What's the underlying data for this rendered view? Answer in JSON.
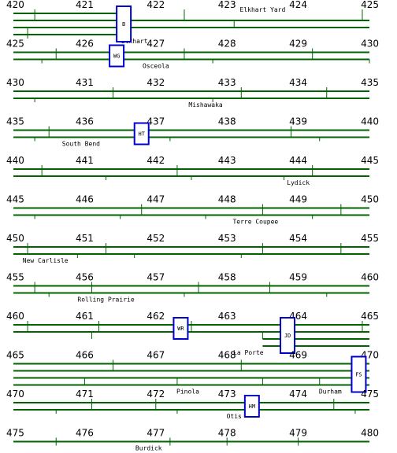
{
  "colors": {
    "track": "#006400",
    "box": "#0000cc",
    "text": "#000000",
    "background": "#ffffff"
  },
  "panels": [
    {
      "start": 420,
      "end": 425,
      "tracks": [
        [
          420,
          421.6
        ],
        [
          420,
          425
        ],
        [
          420,
          425
        ],
        [
          420,
          421.6
        ]
      ],
      "ticks": [
        {
          "mp": 420.3,
          "t": 0,
          "b": 1
        },
        {
          "mp": 422.4,
          "t": 0,
          "b": 1
        },
        {
          "mp": 424.9,
          "t": 0,
          "b": 1
        },
        {
          "mp": 420.2,
          "t": 2,
          "b": 4
        },
        {
          "mp": 423.1,
          "t": 1,
          "b": 2
        }
      ],
      "boxes": [
        {
          "label": "B",
          "mp": 421.55,
          "t": 0,
          "b": 3
        }
      ],
      "labels": [
        {
          "text": "Elkhart Yard",
          "mp": 423.5,
          "pos": "above"
        },
        {
          "text": "Elkhart",
          "mp": 421.7,
          "pos": "below"
        }
      ]
    },
    {
      "start": 425,
      "end": 430,
      "tracks": [
        [
          425,
          430
        ],
        [
          425,
          430
        ]
      ],
      "ticks": [
        {
          "mp": 425.6,
          "t": 0,
          "b": 1
        },
        {
          "mp": 427.4,
          "t": 0,
          "b": 1
        },
        {
          "mp": 429.2,
          "t": 0,
          "b": 1
        },
        {
          "mp": 425.4,
          "t": 1,
          "b": 2
        },
        {
          "mp": 427.8,
          "t": 1,
          "b": 2
        },
        {
          "mp": 430.0,
          "t": 1,
          "b": 2
        }
      ],
      "boxes": [
        {
          "label": "WG",
          "mp": 426.45,
          "t": 0,
          "b": 1
        }
      ],
      "labels": [
        {
          "text": "Osceola",
          "mp": 427.0,
          "pos": "below"
        }
      ]
    },
    {
      "start": 430,
      "end": 435,
      "tracks": [
        [
          430,
          435
        ],
        [
          430,
          435
        ]
      ],
      "ticks": [
        {
          "mp": 431.4,
          "t": 0,
          "b": 1
        },
        {
          "mp": 433.2,
          "t": 0,
          "b": 1
        },
        {
          "mp": 434.4,
          "t": 0,
          "b": 1
        },
        {
          "mp": 430.3,
          "t": 1,
          "b": 2
        },
        {
          "mp": 432.8,
          "t": 1,
          "b": 2
        }
      ],
      "boxes": [],
      "labels": [
        {
          "text": "Mishawaka",
          "mp": 432.7,
          "pos": "below"
        }
      ]
    },
    {
      "start": 435,
      "end": 440,
      "tracks": [
        [
          435,
          440
        ],
        [
          435,
          440
        ]
      ],
      "ticks": [
        {
          "mp": 435.5,
          "t": 0,
          "b": 1
        },
        {
          "mp": 438.9,
          "t": 0,
          "b": 1
        },
        {
          "mp": 435.3,
          "t": 1,
          "b": 2
        },
        {
          "mp": 437.2,
          "t": 1,
          "b": 2
        },
        {
          "mp": 439.3,
          "t": 1,
          "b": 2
        }
      ],
      "boxes": [
        {
          "label": "HT",
          "mp": 436.8,
          "t": 0,
          "b": 1
        }
      ],
      "labels": [
        {
          "text": "South Bend",
          "mp": 435.95,
          "pos": "below"
        }
      ]
    },
    {
      "start": 440,
      "end": 445,
      "tracks": [
        [
          440,
          445
        ],
        [
          440,
          445
        ]
      ],
      "ticks": [
        {
          "mp": 440.4,
          "t": 0,
          "b": 1
        },
        {
          "mp": 442.3,
          "t": 0,
          "b": 1
        },
        {
          "mp": 444.2,
          "t": 0,
          "b": 1
        },
        {
          "mp": 441.3,
          "t": 1,
          "b": 2
        },
        {
          "mp": 442.5,
          "t": 1,
          "b": 2
        },
        {
          "mp": 443.8,
          "t": 1,
          "b": 2
        }
      ],
      "boxes": [],
      "labels": [
        {
          "text": "Lydick",
          "mp": 444.0,
          "pos": "below"
        }
      ]
    },
    {
      "start": 445,
      "end": 450,
      "tracks": [
        [
          445,
          450
        ],
        [
          445,
          450
        ]
      ],
      "ticks": [
        {
          "mp": 446.8,
          "t": 0,
          "b": 1
        },
        {
          "mp": 448.5,
          "t": 0,
          "b": 1
        },
        {
          "mp": 449.6,
          "t": 0,
          "b": 1
        },
        {
          "mp": 445.3,
          "t": 1,
          "b": 2
        },
        {
          "mp": 446.5,
          "t": 1,
          "b": 2
        },
        {
          "mp": 447.7,
          "t": 1,
          "b": 2
        },
        {
          "mp": 449.2,
          "t": 1,
          "b": 2
        }
      ],
      "boxes": [],
      "labels": [
        {
          "text": "Terre Coupee",
          "mp": 448.4,
          "pos": "below"
        }
      ]
    },
    {
      "start": 450,
      "end": 455,
      "tracks": [
        [
          450,
          455
        ],
        [
          450,
          455
        ]
      ],
      "ticks": [
        {
          "mp": 450.2,
          "t": 0,
          "b": 1
        },
        {
          "mp": 451.3,
          "t": 0,
          "b": 1
        },
        {
          "mp": 453.5,
          "t": 0,
          "b": 1
        },
        {
          "mp": 454.6,
          "t": 0,
          "b": 1
        },
        {
          "mp": 450.9,
          "t": 1,
          "b": 2
        },
        {
          "mp": 451.7,
          "t": 1,
          "b": 2
        },
        {
          "mp": 453.2,
          "t": 1,
          "b": 2
        }
      ],
      "boxes": [],
      "labels": [
        {
          "text": "New Carlisle",
          "mp": 450.45,
          "pos": "below"
        }
      ]
    },
    {
      "start": 455,
      "end": 460,
      "tracks": [
        [
          455,
          460
        ],
        [
          455,
          460
        ]
      ],
      "ticks": [
        {
          "mp": 455.3,
          "t": 0,
          "b": 1
        },
        {
          "mp": 456.1,
          "t": 0,
          "b": 1
        },
        {
          "mp": 457.6,
          "t": 0,
          "b": 1
        },
        {
          "mp": 458.6,
          "t": 0,
          "b": 1
        },
        {
          "mp": 455.5,
          "t": 1,
          "b": 2
        },
        {
          "mp": 457.4,
          "t": 1,
          "b": 2
        },
        {
          "mp": 459.4,
          "t": 1,
          "b": 2
        }
      ],
      "boxes": [],
      "labels": [
        {
          "text": "Rolling Prairie",
          "mp": 456.3,
          "pos": "below"
        }
      ]
    },
    {
      "start": 460,
      "end": 465,
      "tracks": [
        [
          460,
          465
        ],
        [
          460,
          465
        ],
        [
          463.5,
          465
        ],
        [
          463.5,
          465
        ]
      ],
      "ticks": [
        {
          "mp": 460.2,
          "t": 0,
          "b": 1
        },
        {
          "mp": 461.2,
          "t": 0,
          "b": 1
        },
        {
          "mp": 462.5,
          "t": 0,
          "b": 1
        },
        {
          "mp": 464.9,
          "t": 0,
          "b": 1
        },
        {
          "mp": 461.1,
          "t": 1,
          "b": 2
        },
        {
          "mp": 463.5,
          "t": 1,
          "b": 2
        }
      ],
      "boxes": [
        {
          "label": "WR",
          "mp": 462.35,
          "t": 0,
          "b": 1
        },
        {
          "label": "JD",
          "mp": 463.85,
          "t": 0,
          "b": 3
        }
      ],
      "labels": [
        {
          "text": "La Porte",
          "mp": 463.3,
          "pos": "below"
        }
      ]
    },
    {
      "start": 465,
      "end": 470,
      "tracks": [
        [
          465,
          470
        ],
        [
          465,
          470
        ],
        [
          465,
          470
        ],
        [
          465,
          470
        ]
      ],
      "ticks": [
        {
          "mp": 466.4,
          "t": 0,
          "b": 1
        },
        {
          "mp": 468.2,
          "t": 0,
          "b": 1
        },
        {
          "mp": 466.0,
          "t": 2,
          "b": 3
        },
        {
          "mp": 467.3,
          "t": 2,
          "b": 3
        },
        {
          "mp": 468.5,
          "t": 2,
          "b": 3
        },
        {
          "mp": 469.3,
          "t": 2,
          "b": 3
        }
      ],
      "boxes": [
        {
          "label": "FS",
          "mp": 469.85,
          "t": 0,
          "b": 3
        }
      ],
      "labels": [
        {
          "text": "Pinola",
          "mp": 467.45,
          "pos": "below"
        },
        {
          "text": "Durham",
          "mp": 469.45,
          "pos": "below"
        }
      ]
    },
    {
      "start": 470,
      "end": 475,
      "tracks": [
        [
          470,
          475
        ],
        [
          470,
          475
        ]
      ],
      "ticks": [
        {
          "mp": 471.1,
          "t": 0,
          "b": 1
        },
        {
          "mp": 472.0,
          "t": 0,
          "b": 1
        },
        {
          "mp": 474.5,
          "t": 0,
          "b": 1
        },
        {
          "mp": 470.6,
          "t": 1,
          "b": 2
        },
        {
          "mp": 472.3,
          "t": 1,
          "b": 2
        },
        {
          "mp": 474.8,
          "t": 1,
          "b": 2
        }
      ],
      "boxes": [
        {
          "label": "HM",
          "mp": 473.35,
          "t": 0,
          "b": 1
        }
      ],
      "labels": [
        {
          "text": "Otis",
          "mp": 473.1,
          "pos": "below"
        }
      ]
    },
    {
      "start": 475,
      "end": 480,
      "tracks": [
        [
          475,
          480
        ]
      ],
      "ticks": [
        {
          "mp": 475.6,
          "t": 0,
          "b": 1
        },
        {
          "mp": 477.2,
          "t": 0,
          "b": 1
        },
        {
          "mp": 478.0,
          "t": 0,
          "b": 1
        },
        {
          "mp": 479.0,
          "t": 0,
          "b": 1
        }
      ],
      "boxes": [],
      "labels": [
        {
          "text": "Burdick",
          "mp": 476.9,
          "pos": "below"
        }
      ]
    }
  ]
}
